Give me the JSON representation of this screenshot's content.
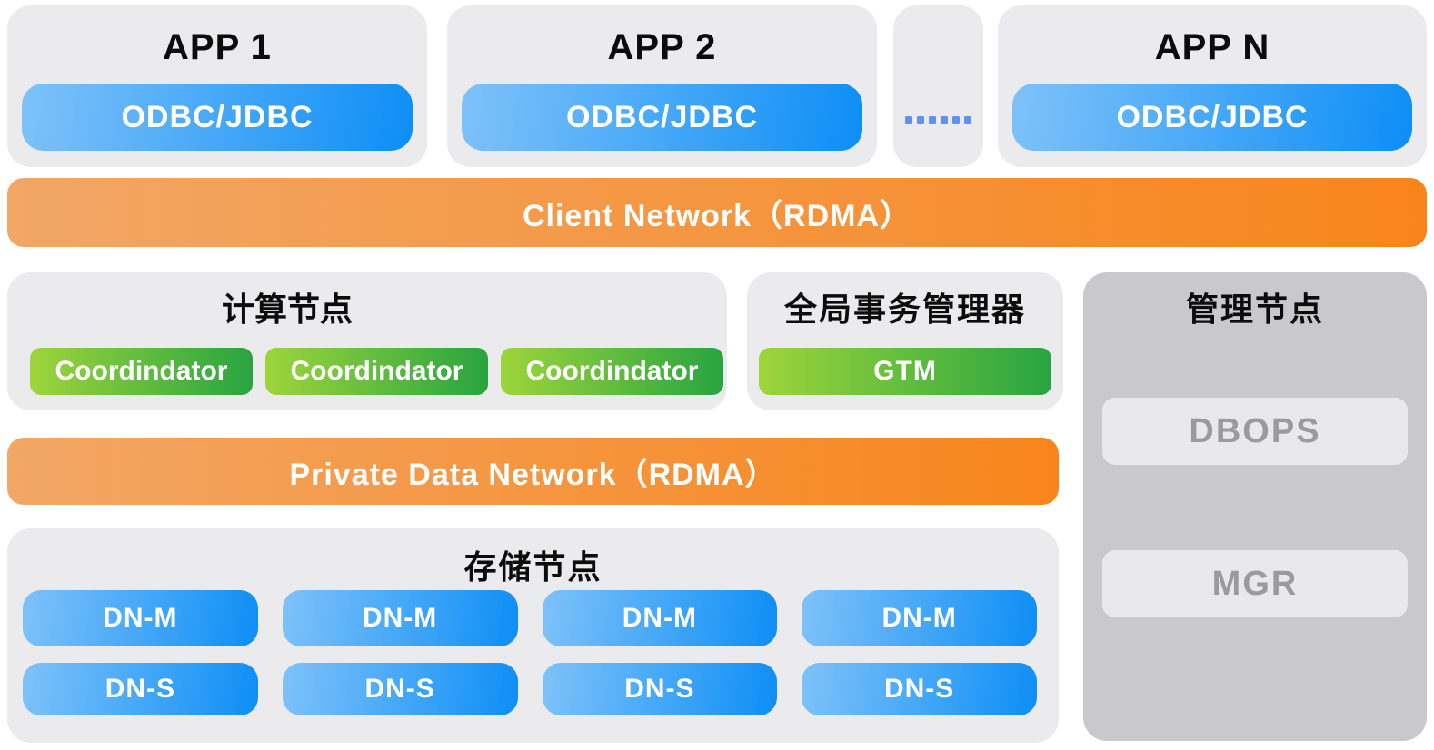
{
  "apps": [
    {
      "title": "APP 1",
      "connector": "ODBC/JDBC"
    },
    {
      "title": "APP 2",
      "connector": "ODBC/JDBC"
    },
    {
      "title": "APP N",
      "connector": "ODBC/JDBC"
    }
  ],
  "ellipsis": "······",
  "client_network": {
    "label": "Client Network（RDMA）"
  },
  "compute": {
    "title": "计算节点",
    "nodes": [
      "Coordindator",
      "Coordindator",
      "Coordindator"
    ]
  },
  "gtm": {
    "title": "全局事务管理器",
    "node": "GTM"
  },
  "management": {
    "title": "管理节点",
    "nodes": [
      "DBOPS",
      "MGR"
    ]
  },
  "private_network": {
    "label": "Private Data Network（RDMA）"
  },
  "storage": {
    "title": "存储节点",
    "columns": [
      {
        "master": "DN-M",
        "standby": "DN-S"
      },
      {
        "master": "DN-M",
        "standby": "DN-S"
      },
      {
        "master": "DN-M",
        "standby": "DN-S"
      },
      {
        "master": "DN-M",
        "standby": "DN-S"
      }
    ]
  },
  "colors": {
    "panel_light": "#ebebee",
    "panel_dark": "#c9c9cd",
    "blue_gradient_start": "#7fc2f9",
    "blue_gradient_end": "#0d8ef6",
    "green_gradient_start": "#9ed53b",
    "green_gradient_end": "#28a441",
    "orange_gradient_start": "#f2a766",
    "orange_gradient_end": "#f8851b",
    "ellipsis_blue": "#6190ee",
    "muted_text": "#9a9aa0"
  }
}
